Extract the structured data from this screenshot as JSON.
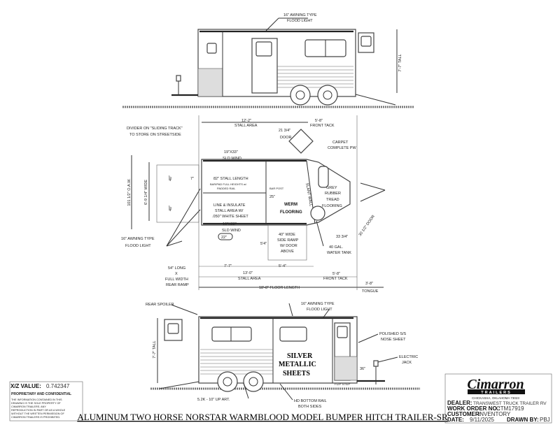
{
  "top_view": {
    "awning_label_1": "16\" AWNING TYPE",
    "awning_label_2": "FLOOD LIGHT",
    "height_label": "7'-7\" TALL"
  },
  "plan_view": {
    "divider_label_1": "DIVIDER ON \"SLIDING TRACK\"",
    "divider_label_2": "TO STORE ON STREETSIDE",
    "stall_area_top": "12'-2\"",
    "stall_area_top_label": "STALL AREA",
    "front_tack_top": "5'-8\"",
    "front_tack_top_label": "FRONT TACK",
    "door_width": "21 3/4\"",
    "door_label": "DOOR",
    "carpet_label_1": "CARPET",
    "carpet_label_2": "COMPLETE PW",
    "window_top_1": "19\"X33\"",
    "window_top_2": "SLD WIND",
    "overall_width": "101 1/2\" O.A.W.",
    "inside_width": "6'-9 1/4\" WIDE",
    "stall_width_1": "40\"",
    "stall_width_2": "40\"",
    "seven_inch": "7\"",
    "stall_length": "82\" STALL LENGTH",
    "stall_length_note_1": "BAR/PAD FULL HEIGHTS w/",
    "stall_length_note_2": "PADDED RAIL",
    "bar_post": "BAR POST",
    "twenty_five": "25\"",
    "warm_flooring_1": "WERM",
    "warm_flooring_2": "FLOORING",
    "insulate_1": "LINE & INSULATE",
    "insulate_2": "STALL AREA W/",
    "insulate_3": ".050\" WHITE SHEET",
    "window_bottom_1": "19\"X33\"",
    "window_bottom_2": "SLD WIND",
    "twenty_two": "22\"",
    "slant_wall": "SLANT WALL",
    "grey_rubber_1": "GREY",
    "grey_rubber_2": "RUBBER",
    "grey_rubber_3": "TREAD",
    "grey_rubber_4": "FLOORING",
    "awning_left_1": "16\" AWNING TYPE",
    "awning_left_2": "FLOOD LIGHT",
    "side_ramp_1": "40\" WIDE",
    "side_ramp_2": "SIDE RAMP",
    "side_ramp_3": "W/ DOOR",
    "side_ramp_4": "ABOVE",
    "side_ramp_height": "5'4\"",
    "thirty_three": "33 3/4\"",
    "water_tank_1": "40 GAL.",
    "water_tank_2": "WATER TANK",
    "front_door": "30 1/2\" DOOR",
    "rear_ramp_1": "54\" LONG",
    "rear_ramp_2": "X",
    "rear_ramp_3": "FULL WIDTH",
    "rear_ramp_4": "REAR RAMP",
    "dim_7_7": "7'-7\"",
    "dim_5_4": "5'-4\"",
    "stall_area_bottom": "13'-0\"",
    "stall_area_bottom_label": "STALL AREA",
    "front_tack_bottom": "5'-8\"",
    "front_tack_bottom_label": "FRONT TACK",
    "floor_length": "18'-8\" FLOOR LENGTH",
    "tongue": "3'-8\"",
    "tongue_label": "TONGUE"
  },
  "side_view": {
    "rear_spoiler": "REAR SPOILER",
    "awning_1": "16\" AWNING TYPE",
    "awning_2": "FLOOD LIGHT",
    "polished_1": "POLISHED S/S",
    "polished_2": "NOSE SHEET",
    "electric_1": "ELECTRIC",
    "electric_2": "JACK",
    "height_label": "7'-7\" TALL",
    "silver_1": "SILVER",
    "silver_2": "METALLIC",
    "silver_3": "SHEETS",
    "nose_height": "36\"",
    "flip_step": "FLIP STEP",
    "axle_label": "5.2K - 10\" UP ART.",
    "bottom_rail_1": "HD BOTTOM RAIL",
    "bottom_rail_2": "BOTH SIDES"
  },
  "info_block": {
    "xz_label": "X/Z VALUE:",
    "xz_value": "0.742347",
    "proprietary": "PROPRIETARY AND CONFIDENTIAL",
    "notice_1": "THE INFORMATION CONTAINED IN THIS",
    "notice_2": "DRAWING IS THE SOLE PROPERTY OF",
    "notice_3": "CIMARRON TRAILERS. ANY",
    "notice_4": "REPRODUCTION IN PART OR AS A WHOLE",
    "notice_5": "WITHOUT THE WRITTEN PERMISSION OF",
    "notice_6": "CIMARRON TRAILERS IS PROHIBITED."
  },
  "drawing_title": "ALUMINUM TWO HORSE NORSTAR WARMBLOOD MODEL BUMPER HITCH TRAILER-SR",
  "title_block": {
    "logo_text": "Cimarron",
    "logo_sub": "TRAILERS",
    "address": "CHICKASHA, OKLAHOMA 73023",
    "dealer_label": "DEALER:",
    "dealer_value": "TRANSWEST TRUCK TRAILER RV",
    "work_order_label": "WORK ORDER NO.:",
    "work_order_value": "CTM17919",
    "customer_label": "CUSTOMER:",
    "customer_value": "INVENTORY",
    "date_label": "DATE:",
    "date_value": "9/11/2025",
    "drawn_by_label": "DRAWN BY:",
    "drawn_by_value": "PBJ"
  }
}
